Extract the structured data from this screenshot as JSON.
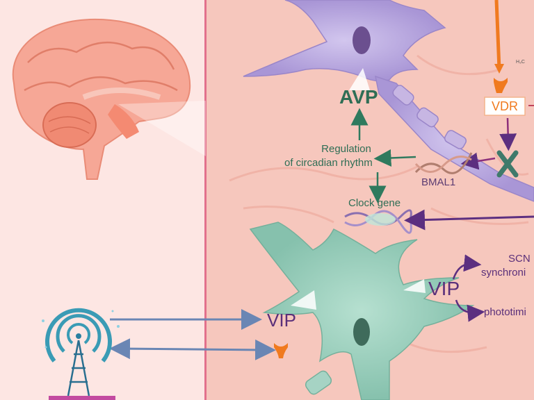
{
  "labels": {
    "avp": "AVP",
    "regulation_line1": "Regulation",
    "regulation_line2": "of circadian rhythm",
    "bmal1": "BMAL1",
    "clock_gene": "Clock gene",
    "vdr": "VDR",
    "vip_right": "VIP",
    "vip_left": "VIP",
    "scn_line1": "SCN",
    "scn_line2": "synchroni",
    "phototiming": "phototimi",
    "formula": "H₃C"
  },
  "colors": {
    "left_bg": "#fde6e3",
    "right_bg": "#f6c7bd",
    "divider": "#e2708c",
    "green_text": "#2f6e55",
    "purple_text": "#5a2f7a",
    "orange": "#f07a1f",
    "neuron_top": "#b9a6dc",
    "neuron_bottom": "#9fcfbf",
    "brain": "#f29a86"
  },
  "icons": [
    "brain-icon",
    "antenna-icon",
    "receptor-icon",
    "dna-icon",
    "chromosome-icon"
  ]
}
